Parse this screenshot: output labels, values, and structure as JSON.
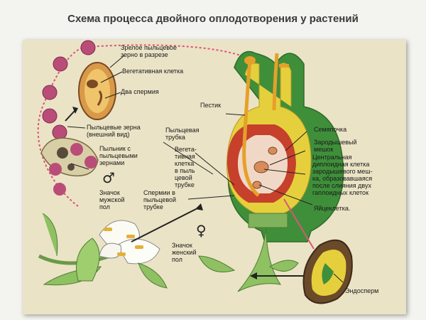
{
  "title": "Схема процесса двойного оплодотворения у растений",
  "labels": {
    "mature_pollen_l1": "Зрелое пыльцевое",
    "mature_pollen_l2": "зерно в разрезе",
    "vegetative_cell": "Вегетативная клетка",
    "two_sperms": "Два спермия",
    "pestle": "Пестик",
    "pollen_grains_l1": "Пыльцевые зерна",
    "pollen_grains_l2": "(внешний вид)",
    "anther_l1": "Пыльник с",
    "anther_l2": "пыльцевыми",
    "anther_l3": "зернами",
    "male_sign_l1": "Значок",
    "male_sign_l2": "мужской",
    "male_sign_l3": "пол",
    "pollen_tube_l1": "Пыльцевая",
    "pollen_tube_l2": "трубка",
    "veg_cell_tube_l1": "Вегета-",
    "veg_cell_tube_l2": "тивная",
    "veg_cell_tube_l3": "клетка",
    "veg_cell_tube_l4": "в пыль",
    "veg_cell_tube_l5": "цевой",
    "veg_cell_tube_l6": "трубке",
    "sperms_tube_l1": "Спермии в",
    "sperms_tube_l2": "пыльцевой",
    "sperms_tube_l3": "трубке",
    "ovule": "Семяпочка",
    "embryo_sac_l1": "Зародышевый",
    "embryo_sac_l2": "мешок",
    "central_l1": "Центральная",
    "central_l2": "диплоидная клетка",
    "central_l3": "зародышевого меш-",
    "central_l4": "ка, образовавшаяся",
    "central_l5": "после слияния двух",
    "central_l6": "гаплоидных клеток",
    "egg_cell": "Яйцеклетка.",
    "female_sign_l1": "Значок",
    "female_sign_l2": "женский",
    "female_sign_l3": "пол",
    "endosperm": "Эндосперм"
  },
  "symbols": {
    "male": "♂",
    "female": "♀"
  },
  "colors": {
    "pollen": "#c2527a",
    "pistil_outer": "#3f8f3a",
    "pistil_mid": "#e6cf3c",
    "pistil_inner": "#c6402b",
    "ovule": "#d98c5b",
    "leaf": "#7fb25a",
    "panel": "#ebe3c6"
  }
}
